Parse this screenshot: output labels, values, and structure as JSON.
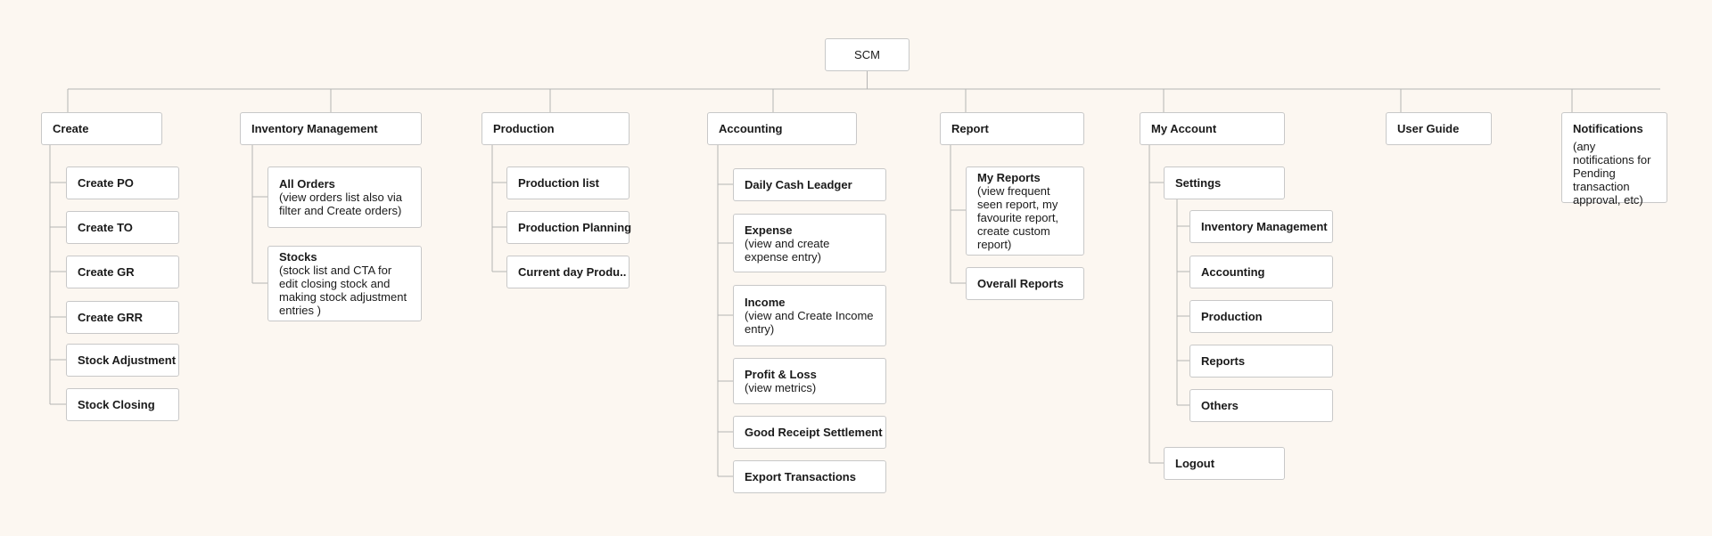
{
  "root": {
    "label": "SCM"
  },
  "menus": [
    {
      "label": "Create",
      "items": [
        {
          "title": "Create PO"
        },
        {
          "title": "Create TO"
        },
        {
          "title": "Create GR"
        },
        {
          "title": "Create GRR"
        },
        {
          "title": "Stock Adjustment"
        },
        {
          "title": "Stock Closing"
        }
      ]
    },
    {
      "label": "Inventory Management",
      "items": [
        {
          "title": "All Orders",
          "description": "(view orders list also via filter and Create orders)"
        },
        {
          "title": "Stocks",
          "description": "(stock list and CTA for edit closing stock and making stock adjustment entries )"
        }
      ]
    },
    {
      "label": "Production",
      "items": [
        {
          "title": "Production list"
        },
        {
          "title": "Production Planning"
        },
        {
          "title": "Current day Produ.."
        }
      ]
    },
    {
      "label": "Accounting",
      "items": [
        {
          "title": "Daily Cash Leadger"
        },
        {
          "title": "Expense",
          "description": "(view and create expense entry)"
        },
        {
          "title": "Income",
          "description": "(view and Create Income entry)"
        },
        {
          "title": "Profit & Loss",
          "description": "(view metrics)"
        },
        {
          "title": "Good Receipt Settlement"
        },
        {
          "title": "Export Transactions"
        }
      ]
    },
    {
      "label": "Report",
      "items": [
        {
          "title": "My Reports",
          "description": "(view frequent seen report, my favourite report, create custom report)"
        },
        {
          "title": "Overall Reports"
        }
      ]
    },
    {
      "label": "My Account",
      "items": [
        {
          "title": "Settings",
          "children": [
            {
              "title": "Inventory Management"
            },
            {
              "title": "Accounting"
            },
            {
              "title": "Production"
            },
            {
              "title": "Reports"
            },
            {
              "title": "Others"
            }
          ]
        },
        {
          "title": "Logout"
        }
      ]
    },
    {
      "label": "User Guide",
      "items": []
    },
    {
      "label": "Notifications",
      "description": "(any notifications for Pending transaction approval, etc)",
      "items": []
    }
  ],
  "colors": {
    "background": "#fcf7f1",
    "box_border": "#c8c8c8",
    "connector": "#b4b4b4"
  }
}
